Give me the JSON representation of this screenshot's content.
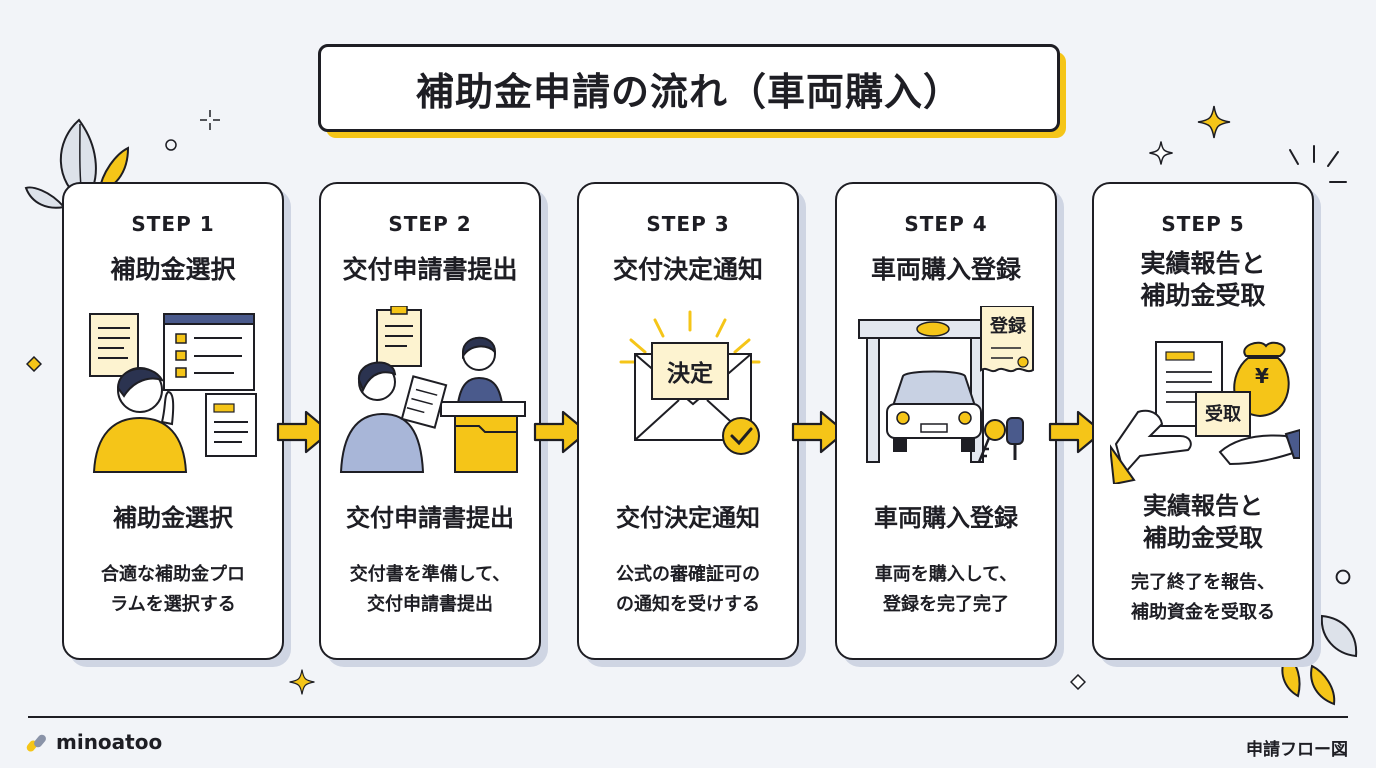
{
  "title": "補助金申請の流れ（車両購入）",
  "colors": {
    "accent": "#f5c518",
    "ink": "#1e1e24",
    "navy": "#4a5a8c",
    "bg": "#f2f4f8"
  },
  "steps": [
    {
      "label": "STEP 1",
      "heading": "補助金選択",
      "subheading": "補助金選択",
      "desc_lines": [
        "合適な補助金プロ",
        "ラムを選択する"
      ],
      "icon": "person-at-computer-icon"
    },
    {
      "label": "STEP 2",
      "heading": "交付申請書提出",
      "subheading": "交付申請書提出",
      "desc_lines": [
        "交付書を準備して、",
        "交付申請書提出"
      ],
      "icon": "application-submission-icon"
    },
    {
      "label": "STEP 3",
      "heading": "交付決定通知",
      "subheading": "交付決定通知",
      "desc_lines": [
        "公式の審確証可の",
        "の通知を受けする"
      ],
      "icon": "decision-envelope-icon",
      "badge": "決定"
    },
    {
      "label": "STEP 4",
      "heading": "車両購入登録",
      "subheading": "車両購入登録",
      "desc_lines": [
        "車両を購入して、",
        "登録を完了完了"
      ],
      "icon": "car-registration-icon",
      "badge": "登録"
    },
    {
      "label": "STEP 5",
      "heading_lines": [
        "実績報告と",
        "補助金受取"
      ],
      "subheading_lines": [
        "実績報告と",
        "補助金受取"
      ],
      "desc_lines": [
        "完了終了を報告、",
        "補助資金を受取る"
      ],
      "icon": "receive-subsidy-icon",
      "badge": "受取",
      "coin": "¥"
    }
  ],
  "footer": {
    "logo": "minoatoo",
    "label": "申請フロー図"
  }
}
